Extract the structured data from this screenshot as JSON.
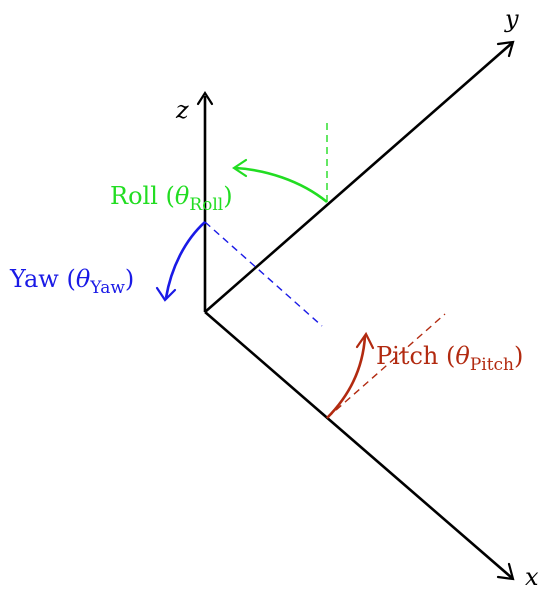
{
  "axes": {
    "x_label": "x",
    "y_label": "y",
    "z_label": "z"
  },
  "rotations": {
    "roll": {
      "name": "Roll",
      "theta": "θ",
      "subscript": "Roll",
      "color": "#22dd22"
    },
    "yaw": {
      "name": "Yaw",
      "theta": "θ",
      "subscript": "Yaw",
      "color": "#1a1ae6"
    },
    "pitch": {
      "name": "Pitch",
      "theta": "θ",
      "subscript": "Pitch",
      "color": "#b22a10"
    }
  },
  "punct": {
    "open": " (",
    "close": ")"
  }
}
